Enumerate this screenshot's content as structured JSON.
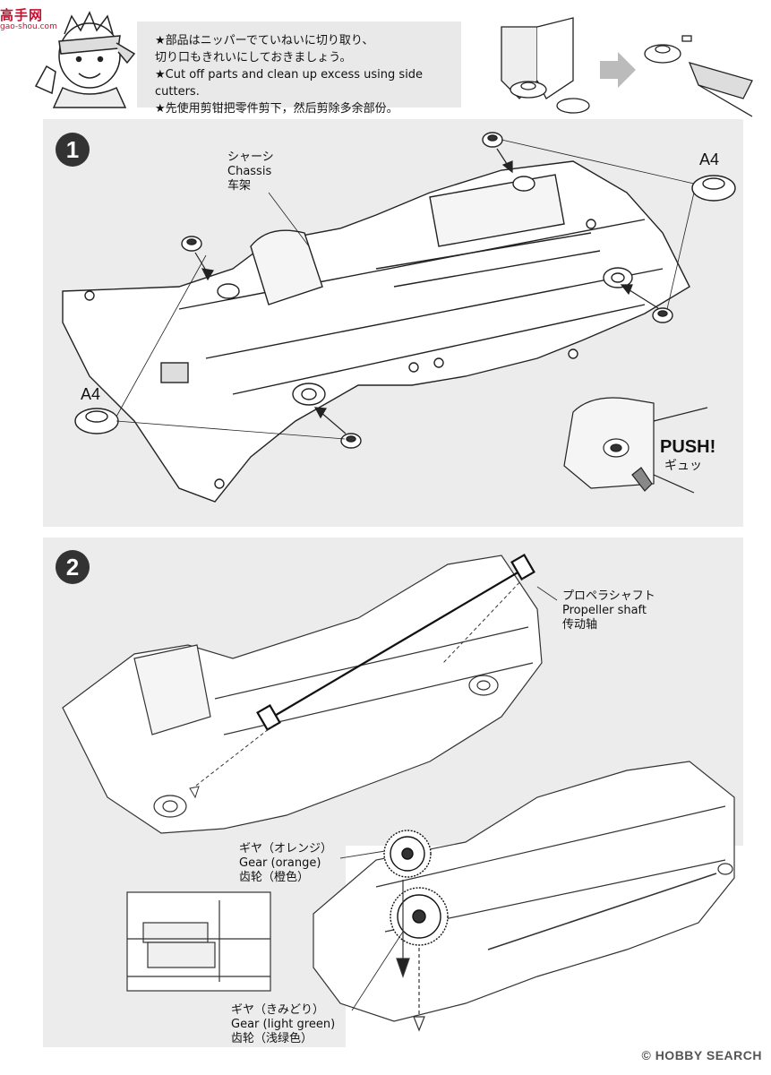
{
  "watermark": {
    "title": "高手网",
    "url": "gao-shou.com"
  },
  "tips": [
    "★部品はニッパーでていねいに切り取り、",
    "切り口もきれいにしておきましょう。",
    "★Cut off parts and clean up excess using side cutters.",
    "★先使用剪钳把零件剪下，然后剪除多余部份。"
  ],
  "step1": {
    "number": "1",
    "chassis_label": [
      "シャーシ",
      "Chassis",
      "车架"
    ],
    "part_right": "A4",
    "part_left": "A4",
    "push_label": "PUSH!",
    "push_sub": "ギュッ"
  },
  "step2": {
    "number": "2",
    "shaft_label": [
      "プロペラシャフト",
      "Propeller shaft",
      "传动轴"
    ],
    "gear_orange_label": [
      "ギヤ（オレンジ）",
      "Gear (orange)",
      "齿轮（橙色）"
    ],
    "gear_green_label": [
      "ギヤ（きみどり）",
      "Gear (light green)",
      "齿轮（浅绿色）"
    ]
  },
  "footer": {
    "credit": "HOBBY SEARCH"
  }
}
